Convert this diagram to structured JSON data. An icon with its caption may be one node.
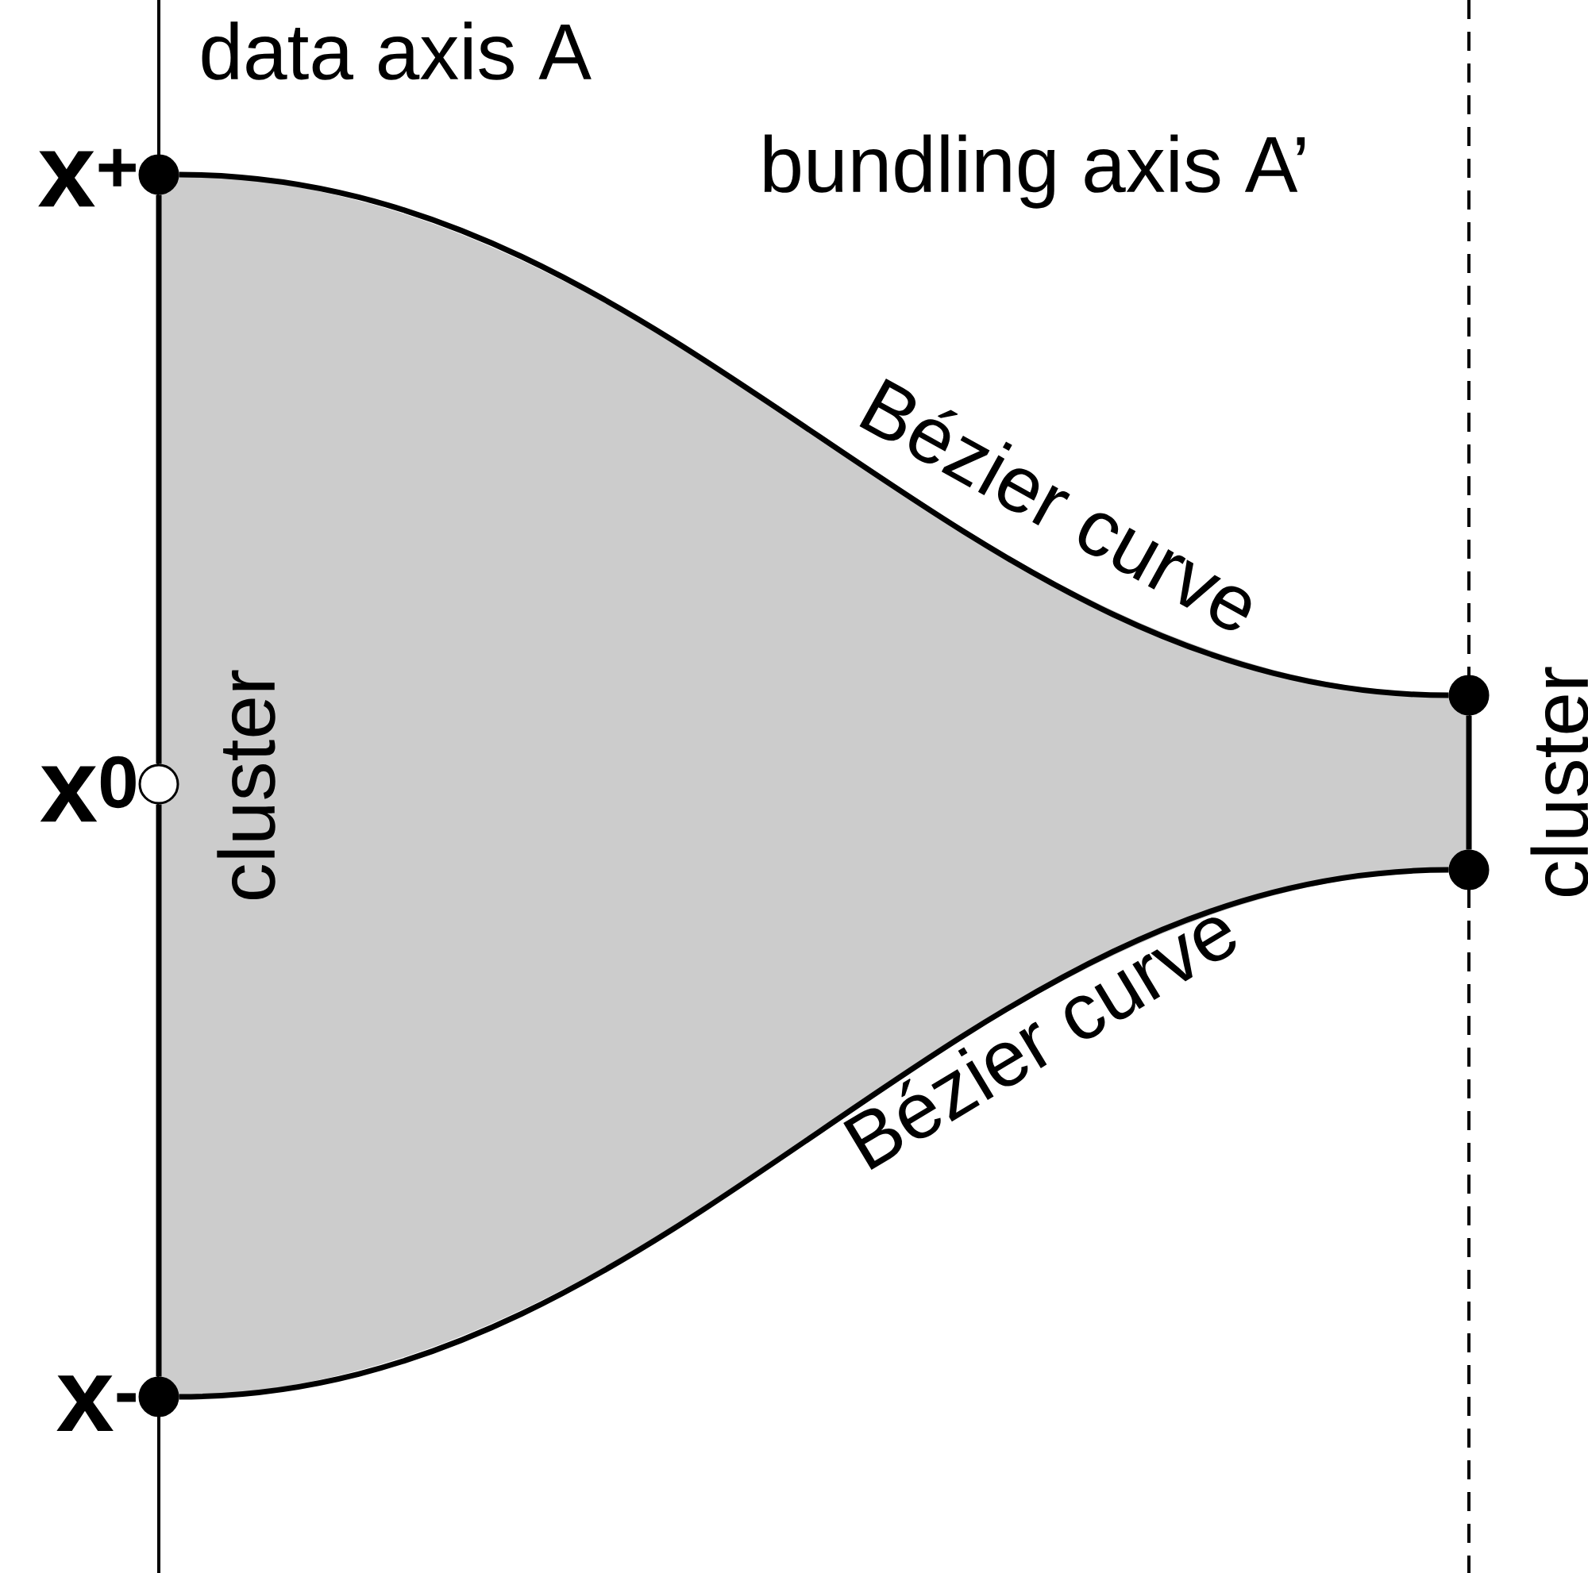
{
  "diagram": {
    "nodes": [
      {
        "text": [],
        "shape": "circle",
        "beside": [
          "x$^{+}$"
        ]
      },
      {
        "text": [],
        "shape": "circle",
        "beside": [
          "x$^{0}$"
        ]
      },
      {
        "text": [],
        "shape": "circle"
      },
      {
        "text": [],
        "shape": "circle"
      },
      {
        "text": [],
        "shape": "circle",
        "beside": [
          "x$^{-}$"
        ]
      }
    ],
    "edges": [
      {
        "from": 0,
        "to": 2,
        "arrow": "none",
        "label": "Bézier curve"
      },
      {
        "from": 4,
        "to": 3,
        "arrow": "none",
        "label": "Bézier curve"
      },
      {
        "from": 0,
        "to": 1,
        "arrow": "none"
      },
      {
        "from": 1,
        "to": 4,
        "arrow": "none"
      },
      {
        "from": 2,
        "to": 3,
        "arrow": "none"
      }
    ],
    "labels": [
      "data axis A",
      "bundling axis A’",
      "cluster",
      "cluster"
    ]
  }
}
